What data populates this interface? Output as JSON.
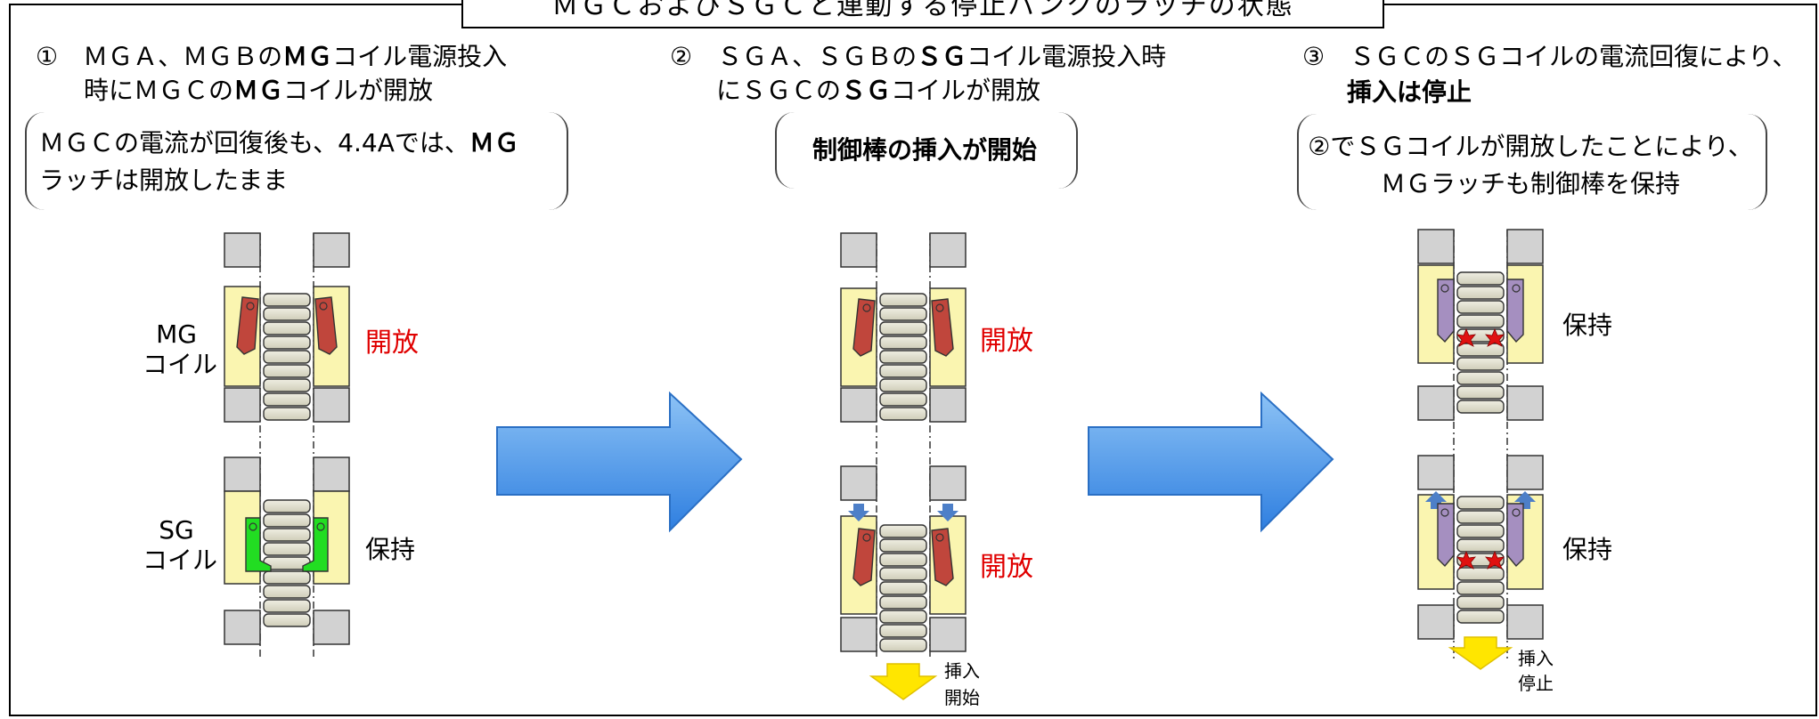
{
  "title": "ＭＧＣおよびＳＧＣと連動する停止バンクのラッチの状態",
  "panels": [
    {
      "heading_l1_a": "①　ＭＧＡ、ＭＧＢの",
      "heading_l1_b": "ＭＧ",
      "heading_l1_c": "コイル電源投入",
      "heading_l2_a": "時にＭＧＣの",
      "heading_l2_b": "ＭＧ",
      "heading_l2_c": "コイルが開放",
      "note_l1_a": "ＭＧＣの電流が回復後も、4.4Aでは、",
      "note_l1_b": "ＭＧ",
      "note_l2": "ラッチは開放したまま",
      "label_mg": [
        "MG",
        "コイル"
      ],
      "label_sg": [
        "SG",
        "コイル"
      ],
      "state_top": "開放",
      "state_bottom": "保持"
    },
    {
      "heading_l1_a": "②　ＳＧＡ、ＳＧＢの",
      "heading_l1_b": "ＳＧ",
      "heading_l1_c": "コイル電源投入時",
      "heading_l2_a": "にＳＧＣの",
      "heading_l2_b": "ＳＧ",
      "heading_l2_c": "コイルが開放",
      "note": "制御棒の挿入が開始",
      "state_top": "開放",
      "state_bottom": "開放",
      "arrow_label": [
        "挿入",
        "開始"
      ]
    },
    {
      "heading_l1": "③　ＳＧＣのＳＧコイルの電流回復により、",
      "heading_l2": "挿入は停止",
      "note_l1": "②でＳＧコイルが開放したことにより、",
      "note_l2": "ＭＧラッチも制御棒を保持",
      "state_top": "保持",
      "state_bottom": "保持",
      "arrow_label": [
        "挿入",
        "停止"
      ]
    }
  ],
  "colors": {
    "red_text": "#e00000",
    "coil_yellow": "#faf5b0",
    "latch_red": "#c0463c",
    "latch_green": "#22dd22",
    "latch_purple": "#a58fc0",
    "arrow_blue": "#3f8fe6",
    "down_arrow_yellow": "#ffe600"
  }
}
